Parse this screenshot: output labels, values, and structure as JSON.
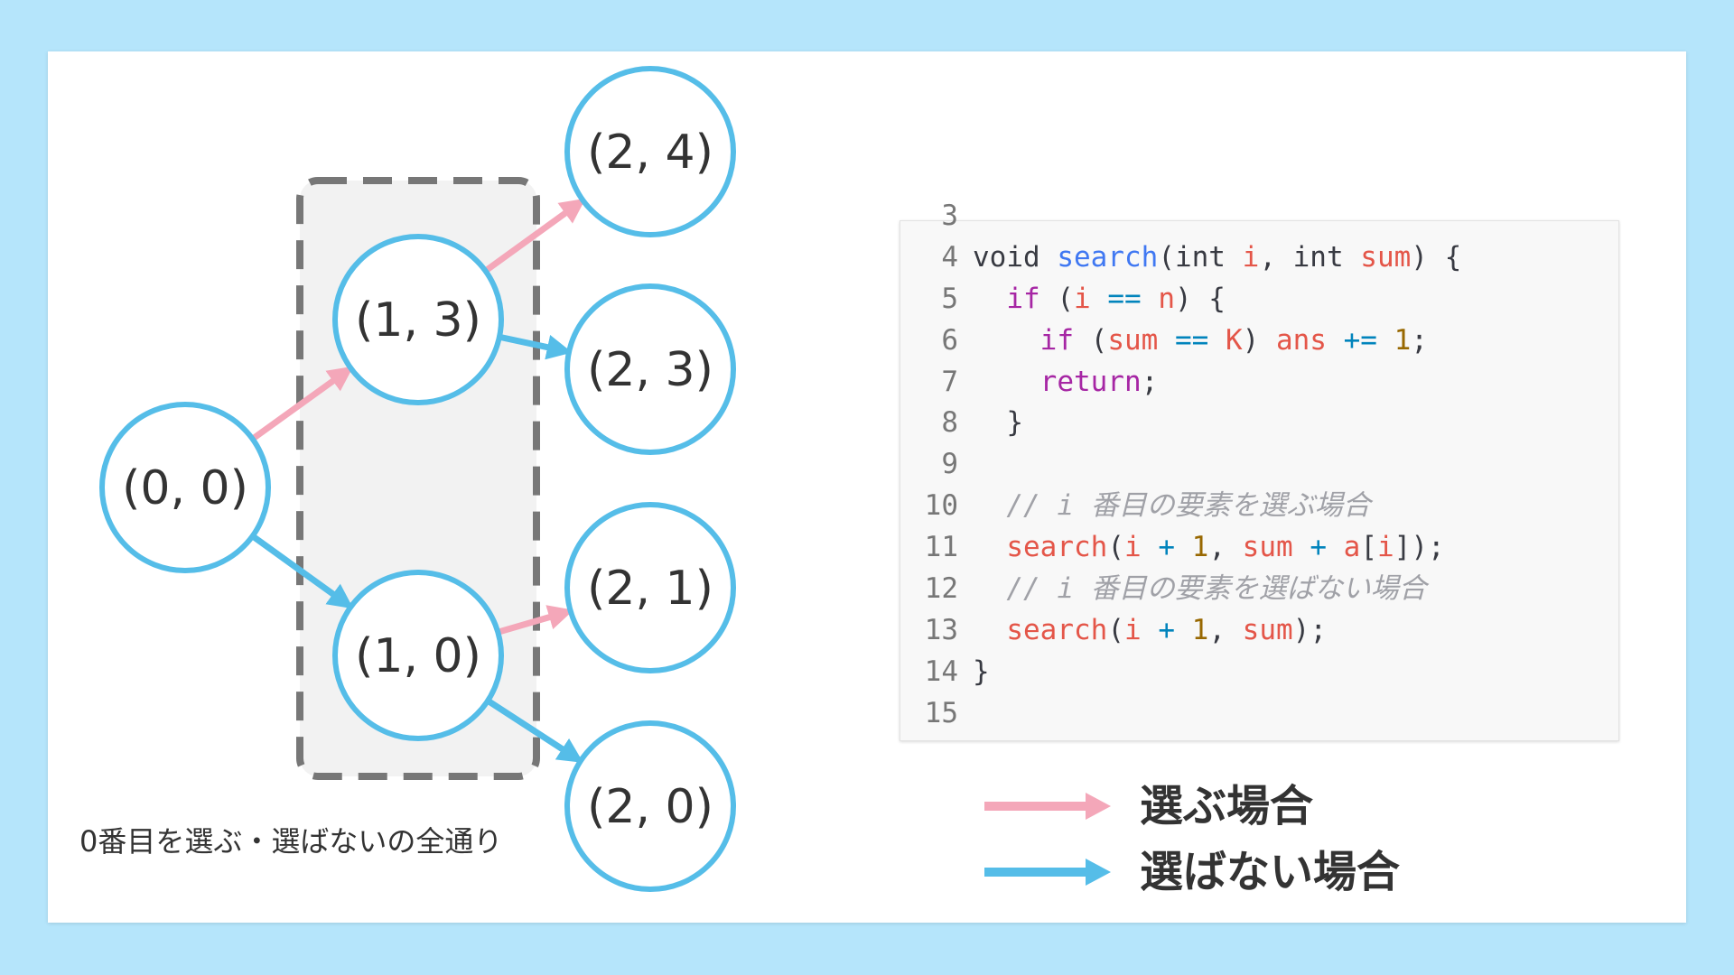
{
  "colors": {
    "background": "#b5e5fb",
    "node_stroke": "#55bde8",
    "choose_arrow": "#f4a7b9",
    "skip_arrow": "#55bde8",
    "group_border": "#777777",
    "group_fill": "#f2f2f2"
  },
  "tree": {
    "nodes": [
      {
        "id": "n00",
        "label": "(0, 0)"
      },
      {
        "id": "n13",
        "label": "(1, 3)"
      },
      {
        "id": "n10",
        "label": "(1, 0)"
      },
      {
        "id": "n24",
        "label": "(2, 4)"
      },
      {
        "id": "n23",
        "label": "(2, 3)"
      },
      {
        "id": "n21",
        "label": "(2, 1)"
      },
      {
        "id": "n20",
        "label": "(2, 0)"
      }
    ],
    "edges": [
      {
        "from": "n00",
        "to": "n13",
        "kind": "choose"
      },
      {
        "from": "n00",
        "to": "n10",
        "kind": "skip"
      },
      {
        "from": "n13",
        "to": "n24",
        "kind": "choose"
      },
      {
        "from": "n13",
        "to": "n23",
        "kind": "skip"
      },
      {
        "from": "n10",
        "to": "n21",
        "kind": "choose"
      },
      {
        "from": "n10",
        "to": "n20",
        "kind": "skip"
      }
    ],
    "caption": "0番目を選ぶ・選ばないの全通り"
  },
  "code": {
    "lines": [
      {
        "num": "3",
        "tokens": []
      },
      {
        "num": "4",
        "tokens": [
          {
            "t": "void ",
            "c": "tx"
          },
          {
            "t": "search",
            "c": "fn"
          },
          {
            "t": "(int ",
            "c": "tx"
          },
          {
            "t": "i",
            "c": "var"
          },
          {
            "t": ", int ",
            "c": "tx"
          },
          {
            "t": "sum",
            "c": "var"
          },
          {
            "t": ") {",
            "c": "tx"
          }
        ]
      },
      {
        "num": "5",
        "tokens": [
          {
            "t": "  ",
            "c": "tx"
          },
          {
            "t": "if",
            "c": "kw"
          },
          {
            "t": " (",
            "c": "tx"
          },
          {
            "t": "i",
            "c": "var"
          },
          {
            "t": " == ",
            "c": "op"
          },
          {
            "t": "n",
            "c": "var"
          },
          {
            "t": ") {",
            "c": "tx"
          }
        ]
      },
      {
        "num": "6",
        "tokens": [
          {
            "t": "    ",
            "c": "tx"
          },
          {
            "t": "if",
            "c": "kw"
          },
          {
            "t": " (",
            "c": "tx"
          },
          {
            "t": "sum",
            "c": "var"
          },
          {
            "t": " == ",
            "c": "op"
          },
          {
            "t": "K",
            "c": "var"
          },
          {
            "t": ") ",
            "c": "tx"
          },
          {
            "t": "ans",
            "c": "var"
          },
          {
            "t": " += ",
            "c": "op"
          },
          {
            "t": "1",
            "c": "num"
          },
          {
            "t": ";",
            "c": "tx"
          }
        ]
      },
      {
        "num": "7",
        "tokens": [
          {
            "t": "    ",
            "c": "tx"
          },
          {
            "t": "return",
            "c": "kw"
          },
          {
            "t": ";",
            "c": "tx"
          }
        ]
      },
      {
        "num": "8",
        "tokens": [
          {
            "t": "  }",
            "c": "tx"
          }
        ]
      },
      {
        "num": "9",
        "tokens": []
      },
      {
        "num": "10",
        "tokens": [
          {
            "t": "  // i 番目の要素を選ぶ場合",
            "c": "cm"
          }
        ]
      },
      {
        "num": "11",
        "tokens": [
          {
            "t": "  ",
            "c": "tx"
          },
          {
            "t": "search",
            "c": "var"
          },
          {
            "t": "(",
            "c": "tx"
          },
          {
            "t": "i",
            "c": "var"
          },
          {
            "t": " + ",
            "c": "op"
          },
          {
            "t": "1",
            "c": "num"
          },
          {
            "t": ", ",
            "c": "tx"
          },
          {
            "t": "sum",
            "c": "var"
          },
          {
            "t": " + ",
            "c": "op"
          },
          {
            "t": "a",
            "c": "var"
          },
          {
            "t": "[",
            "c": "tx"
          },
          {
            "t": "i",
            "c": "var"
          },
          {
            "t": "]);",
            "c": "tx"
          }
        ]
      },
      {
        "num": "12",
        "tokens": [
          {
            "t": "  // i 番目の要素を選ばない場合",
            "c": "cm"
          }
        ]
      },
      {
        "num": "13",
        "tokens": [
          {
            "t": "  ",
            "c": "tx"
          },
          {
            "t": "search",
            "c": "var"
          },
          {
            "t": "(",
            "c": "tx"
          },
          {
            "t": "i",
            "c": "var"
          },
          {
            "t": " + ",
            "c": "op"
          },
          {
            "t": "1",
            "c": "num"
          },
          {
            "t": ", ",
            "c": "tx"
          },
          {
            "t": "sum",
            "c": "var"
          },
          {
            "t": ");",
            "c": "tx"
          }
        ]
      },
      {
        "num": "14",
        "tokens": [
          {
            "t": "}",
            "c": "tx"
          }
        ]
      },
      {
        "num": "15",
        "tokens": []
      }
    ]
  },
  "legend": {
    "choose_label": "選ぶ場合",
    "skip_label": "選ばない場合"
  }
}
